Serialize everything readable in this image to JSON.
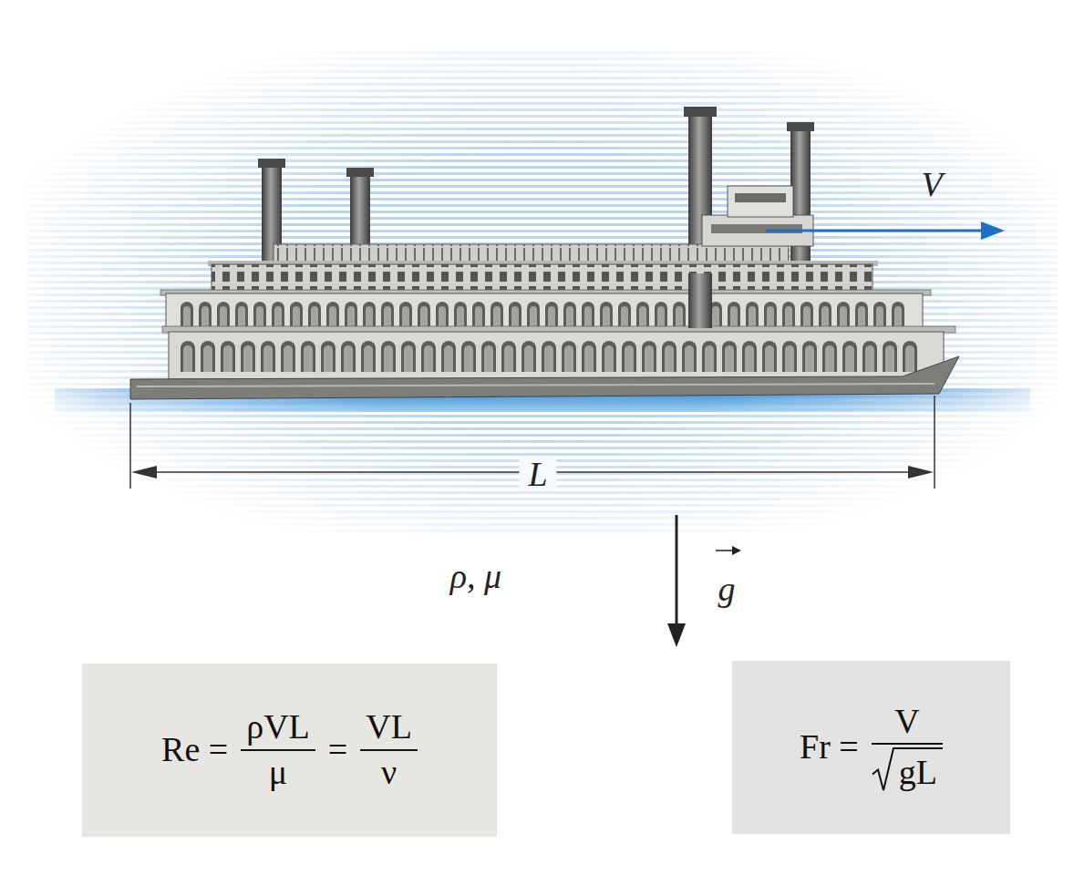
{
  "diagram": {
    "nodes": [
      {
        "text": [
          "Re =",
          "ρVL",
          "μ",
          "=",
          "VL",
          "ν"
        ]
      },
      {
        "text": [
          "Fr =",
          "V",
          "gL"
        ]
      }
    ],
    "labels": [
      "V",
      "L",
      "ρ, μ",
      "g"
    ]
  }
}
